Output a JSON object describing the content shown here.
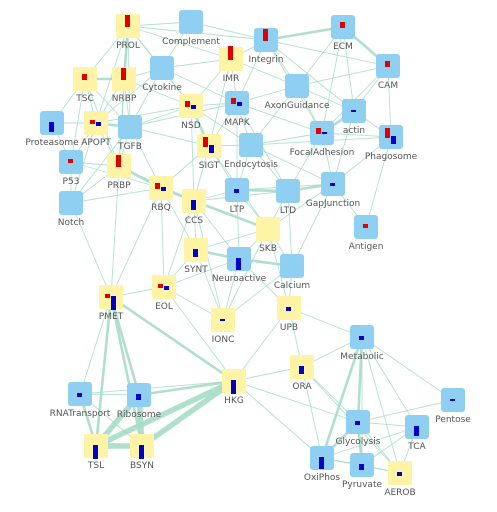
{
  "colors": {
    "edge": "#a6dcc8",
    "pathway_box": "#8fd0f2",
    "process_box": "#fff3a6",
    "up_bar": "#e00000",
    "down_bar": "#0000cc",
    "label_text": "#555555"
  },
  "nodes": [
    {
      "id": "PROL",
      "label": "PROL",
      "kind": "process",
      "bars": [
        {
          "dir": "up",
          "level": 0.6
        }
      ]
    },
    {
      "id": "Complement",
      "label": "Complement",
      "kind": "pathway",
      "bars": []
    },
    {
      "id": "Integrin",
      "label": "Integrin",
      "kind": "pathway",
      "bars": [
        {
          "dir": "up",
          "level": 0.6
        }
      ]
    },
    {
      "id": "ECM",
      "label": "ECM",
      "kind": "pathway",
      "bars": [
        {
          "dir": "up",
          "level": 0.3
        }
      ]
    },
    {
      "id": "TSC",
      "label": "TSC",
      "kind": "process",
      "bars": [
        {
          "dir": "up",
          "level": 0.3
        }
      ]
    },
    {
      "id": "NRBP",
      "label": "NRBP",
      "kind": "process",
      "bars": [
        {
          "dir": "up",
          "level": 0.6
        }
      ]
    },
    {
      "id": "Cytokine",
      "label": "Cytokine",
      "kind": "pathway",
      "bars": []
    },
    {
      "id": "IMR",
      "label": "IMR",
      "kind": "process",
      "bars": [
        {
          "dir": "up",
          "level": 0.7
        }
      ]
    },
    {
      "id": "CAM",
      "label": "CAM",
      "kind": "pathway",
      "bars": [
        {
          "dir": "up",
          "level": 0.3
        }
      ]
    },
    {
      "id": "AxonGuidance",
      "label": "AxonGuidance",
      "kind": "pathway",
      "bars": []
    },
    {
      "id": "Proteasome",
      "label": "Proteasome",
      "kind": "pathway",
      "bars": [
        {
          "dir": "down",
          "level": 0.5
        }
      ]
    },
    {
      "id": "APOPT",
      "label": "APOPT",
      "kind": "process",
      "bars": [
        {
          "dir": "up",
          "level": 0.2
        },
        {
          "dir": "down",
          "level": 0.2
        }
      ]
    },
    {
      "id": "TGFB",
      "label": "TGFB",
      "kind": "pathway",
      "bars": []
    },
    {
      "id": "NSD",
      "label": "NSD",
      "kind": "process",
      "bars": [
        {
          "dir": "up",
          "level": 0.3
        },
        {
          "dir": "down",
          "level": 0.2
        }
      ]
    },
    {
      "id": "MAPK",
      "label": "MAPK",
      "kind": "pathway",
      "bars": [
        {
          "dir": "up",
          "level": 0.3
        },
        {
          "dir": "down",
          "level": 0.2
        }
      ]
    },
    {
      "id": "actin",
      "label": "actin",
      "kind": "pathway",
      "bars": [
        {
          "dir": "down",
          "level": 0.1
        }
      ]
    },
    {
      "id": "FocalAdhesion",
      "label": "FocalAdhesion",
      "kind": "pathway",
      "bars": [
        {
          "dir": "up",
          "level": 0.3
        },
        {
          "dir": "down",
          "level": 0.1
        }
      ]
    },
    {
      "id": "Phagosome",
      "label": "Phagosome",
      "kind": "pathway",
      "bars": [
        {
          "dir": "up",
          "level": 0.5
        },
        {
          "dir": "down",
          "level": 0.4
        }
      ]
    },
    {
      "id": "P53",
      "label": "P53",
      "kind": "pathway",
      "bars": [
        {
          "dir": "up",
          "level": 0.2
        }
      ]
    },
    {
      "id": "PRBP",
      "label": "PRBP",
      "kind": "process",
      "bars": [
        {
          "dir": "up",
          "level": 0.6
        }
      ]
    },
    {
      "id": "SIGT",
      "label": "SIGT",
      "kind": "process",
      "bars": [
        {
          "dir": "up",
          "level": 0.5
        },
        {
          "dir": "down",
          "level": 0.4
        }
      ]
    },
    {
      "id": "Endocytosis",
      "label": "Endocytosis",
      "kind": "pathway",
      "bars": []
    },
    {
      "id": "Notch",
      "label": "Notch",
      "kind": "pathway",
      "bars": []
    },
    {
      "id": "RBQ",
      "label": "RBQ",
      "kind": "process",
      "bars": [
        {
          "dir": "up",
          "level": 0.3
        },
        {
          "dir": "down",
          "level": 0.2
        }
      ]
    },
    {
      "id": "CCS",
      "label": "CCS",
      "kind": "process",
      "bars": [
        {
          "dir": "down",
          "level": 0.5
        }
      ]
    },
    {
      "id": "LTP",
      "label": "LTP",
      "kind": "pathway",
      "bars": [
        {
          "dir": "down",
          "level": 0.2
        }
      ]
    },
    {
      "id": "LTD",
      "label": "LTD",
      "kind": "pathway",
      "bars": []
    },
    {
      "id": "GapJunction",
      "label": "GapJunction",
      "kind": "pathway",
      "bars": [
        {
          "dir": "down",
          "level": 0.15
        }
      ]
    },
    {
      "id": "Antigen",
      "label": "Antigen",
      "kind": "pathway",
      "bars": [
        {
          "dir": "up",
          "level": 0.2
        }
      ]
    },
    {
      "id": "SKB",
      "label": "SKB",
      "kind": "process",
      "bars": []
    },
    {
      "id": "SYNT",
      "label": "SYNT",
      "kind": "process",
      "bars": [
        {
          "dir": "down",
          "level": 0.4
        }
      ]
    },
    {
      "id": "Neuroactive",
      "label": "Neuroactive",
      "kind": "pathway",
      "bars": [
        {
          "dir": "down",
          "level": 0.6
        }
      ]
    },
    {
      "id": "Calcium",
      "label": "Calcium",
      "kind": "pathway",
      "bars": []
    },
    {
      "id": "PMET",
      "label": "PMET",
      "kind": "process",
      "bars": [
        {
          "dir": "up",
          "level": 0.2
        },
        {
          "dir": "down",
          "level": 0.7
        }
      ]
    },
    {
      "id": "EOL",
      "label": "EOL",
      "kind": "process",
      "bars": [
        {
          "dir": "up",
          "level": 0.2
        },
        {
          "dir": "down",
          "level": 0.2
        }
      ]
    },
    {
      "id": "IONC",
      "label": "IONC",
      "kind": "process",
      "bars": [
        {
          "dir": "down",
          "level": 0.1
        }
      ]
    },
    {
      "id": "UPB",
      "label": "UPB",
      "kind": "process",
      "bars": [
        {
          "dir": "down",
          "level": 0.2
        }
      ]
    },
    {
      "id": "Metabolic",
      "label": "Metabolic",
      "kind": "pathway",
      "bars": [
        {
          "dir": "down",
          "level": 0.2
        }
      ]
    },
    {
      "id": "ORA",
      "label": "ORA",
      "kind": "process",
      "bars": [
        {
          "dir": "down",
          "level": 0.4
        }
      ]
    },
    {
      "id": "HKG",
      "label": "HKG",
      "kind": "process",
      "bars": [
        {
          "dir": "down",
          "level": 0.7
        }
      ]
    },
    {
      "id": "RNATransport",
      "label": "RNATransport",
      "kind": "pathway",
      "bars": [
        {
          "dir": "down",
          "level": 0.2
        }
      ]
    },
    {
      "id": "Ribosome",
      "label": "Ribosome",
      "kind": "pathway",
      "bars": [
        {
          "dir": "down",
          "level": 0.3
        }
      ]
    },
    {
      "id": "Pentose",
      "label": "Pentose",
      "kind": "pathway",
      "bars": [
        {
          "dir": "down",
          "level": 0.1
        }
      ]
    },
    {
      "id": "Glycolysis",
      "label": "Glycolysis",
      "kind": "pathway",
      "bars": [
        {
          "dir": "down",
          "level": 0.2
        }
      ]
    },
    {
      "id": "TCA",
      "label": "TCA",
      "kind": "pathway",
      "bars": [
        {
          "dir": "down",
          "level": 0.5
        }
      ]
    },
    {
      "id": "TSL",
      "label": "TSL",
      "kind": "process",
      "bars": [
        {
          "dir": "down",
          "level": 0.7
        }
      ]
    },
    {
      "id": "BSYN",
      "label": "BSYN",
      "kind": "process",
      "bars": [
        {
          "dir": "down",
          "level": 0.7
        }
      ]
    },
    {
      "id": "OxiPhos",
      "label": "OxiPhos",
      "kind": "pathway",
      "bars": [
        {
          "dir": "down",
          "level": 0.6
        }
      ]
    },
    {
      "id": "Pyruvate",
      "label": "Pyruvate",
      "kind": "pathway",
      "bars": [
        {
          "dir": "down",
          "level": 0.3
        }
      ]
    },
    {
      "id": "AEROB",
      "label": "AEROB",
      "kind": "process",
      "bars": [
        {
          "dir": "down",
          "level": 0.2
        }
      ]
    }
  ],
  "edges": [
    [
      "PROL",
      "Complement",
      1
    ],
    [
      "PROL",
      "Cytokine",
      1
    ],
    [
      "PROL",
      "NRBP",
      2
    ],
    [
      "PROL",
      "TSC",
      1
    ],
    [
      "PROL",
      "TGFB",
      1
    ],
    [
      "PROL",
      "IMR",
      1
    ],
    [
      "PROL",
      "Integrin",
      1
    ],
    [
      "PROL",
      "NSD",
      1
    ],
    [
      "PROL",
      "APOPT",
      1
    ],
    [
      "PROL",
      "PRBP",
      1
    ],
    [
      "Complement",
      "Integrin",
      1
    ],
    [
      "Complement",
      "Cytokine",
      1
    ],
    [
      "Integrin",
      "ECM",
      2
    ],
    [
      "Integrin",
      "IMR",
      1
    ],
    [
      "Integrin",
      "CAM",
      1
    ],
    [
      "Integrin",
      "FocalAdhesion",
      1
    ],
    [
      "Integrin",
      "AxonGuidance",
      1
    ],
    [
      "Integrin",
      "actin",
      1
    ],
    [
      "Integrin",
      "MAPK",
      1
    ],
    [
      "ECM",
      "CAM",
      2
    ],
    [
      "ECM",
      "FocalAdhesion",
      1
    ],
    [
      "ECM",
      "actin",
      1
    ],
    [
      "ECM",
      "AxonGuidance",
      1
    ],
    [
      "TSC",
      "NRBP",
      2
    ],
    [
      "TSC",
      "APOPT",
      1
    ],
    [
      "TSC",
      "TGFB",
      1
    ],
    [
      "TSC",
      "Proteasome",
      1
    ],
    [
      "TSC",
      "P53",
      1
    ],
    [
      "TSC",
      "PRBP",
      1
    ],
    [
      "NRBP",
      "TGFB",
      1
    ],
    [
      "NRBP",
      "APOPT",
      1
    ],
    [
      "NRBP",
      "Cytokine",
      1
    ],
    [
      "NRBP",
      "NSD",
      1
    ],
    [
      "NRBP",
      "PRBP",
      1
    ],
    [
      "Cytokine",
      "IMR",
      1
    ],
    [
      "Cytokine",
      "TGFB",
      1
    ],
    [
      "Cytokine",
      "MAPK",
      1
    ],
    [
      "Cytokine",
      "NSD",
      1
    ],
    [
      "Cytokine",
      "APOPT",
      1
    ],
    [
      "IMR",
      "MAPK",
      1
    ],
    [
      "IMR",
      "NSD",
      1
    ],
    [
      "IMR",
      "AxonGuidance",
      1
    ],
    [
      "IMR",
      "SIGT",
      1
    ],
    [
      "CAM",
      "FocalAdhesion",
      1
    ],
    [
      "CAM",
      "actin",
      1
    ],
    [
      "CAM",
      "Phagosome",
      1
    ],
    [
      "CAM",
      "AxonGuidance",
      1
    ],
    [
      "AxonGuidance",
      "actin",
      1
    ],
    [
      "AxonGuidance",
      "MAPK",
      1
    ],
    [
      "AxonGuidance",
      "FocalAdhesion",
      1
    ],
    [
      "AxonGuidance",
      "Endocytosis",
      1
    ],
    [
      "Proteasome",
      "APOPT",
      1
    ],
    [
      "Proteasome",
      "P53",
      1
    ],
    [
      "APOPT",
      "TGFB",
      2
    ],
    [
      "APOPT",
      "P53",
      1
    ],
    [
      "APOPT",
      "PRBP",
      1
    ],
    [
      "APOPT",
      "NSD",
      1
    ],
    [
      "APOPT",
      "Notch",
      1
    ],
    [
      "TGFB",
      "NSD",
      1
    ],
    [
      "TGFB",
      "MAPK",
      1
    ],
    [
      "TGFB",
      "PRBP",
      1
    ],
    [
      "TGFB",
      "RBQ",
      1
    ],
    [
      "TGFB",
      "SIGT",
      1
    ],
    [
      "TGFB",
      "Notch",
      1
    ],
    [
      "NSD",
      "MAPK",
      1
    ],
    [
      "NSD",
      "SIGT",
      2
    ],
    [
      "NSD",
      "CCS",
      1
    ],
    [
      "NSD",
      "Endocytosis",
      1
    ],
    [
      "MAPK",
      "SIGT",
      1
    ],
    [
      "MAPK",
      "Endocytosis",
      1
    ],
    [
      "MAPK",
      "FocalAdhesion",
      1
    ],
    [
      "MAPK",
      "LTP",
      1
    ],
    [
      "MAPK",
      "LTD",
      1
    ],
    [
      "actin",
      "FocalAdhesion",
      2
    ],
    [
      "actin",
      "Phagosome",
      1
    ],
    [
      "actin",
      "GapJunction",
      1
    ],
    [
      "FocalAdhesion",
      "Phagosome",
      1
    ],
    [
      "FocalAdhesion",
      "GapJunction",
      1
    ],
    [
      "FocalAdhesion",
      "LTD",
      1
    ],
    [
      "FocalAdhesion",
      "Endocytosis",
      1
    ],
    [
      "Phagosome",
      "GapJunction",
      1
    ],
    [
      "Phagosome",
      "Antigen",
      1
    ],
    [
      "Phagosome",
      "Endocytosis",
      1
    ],
    [
      "P53",
      "PRBP",
      1
    ],
    [
      "P53",
      "Notch",
      1
    ],
    [
      "P53",
      "RBQ",
      1
    ],
    [
      "PRBP",
      "RBQ",
      2
    ],
    [
      "PRBP",
      "CCS",
      1
    ],
    [
      "PRBP",
      "Notch",
      1
    ],
    [
      "PRBP",
      "PMET",
      1
    ],
    [
      "SIGT",
      "Endocytosis",
      1
    ],
    [
      "SIGT",
      "CCS",
      1
    ],
    [
      "SIGT",
      "LTP",
      1
    ],
    [
      "SIGT",
      "RBQ",
      1
    ],
    [
      "SIGT",
      "SKB",
      1
    ],
    [
      "Endocytosis",
      "LTP",
      1
    ],
    [
      "Endocytosis",
      "LTD",
      1
    ],
    [
      "Endocytosis",
      "GapJunction",
      1
    ],
    [
      "Notch",
      "RBQ",
      1
    ],
    [
      "Notch",
      "PMET",
      1
    ],
    [
      "RBQ",
      "CCS",
      2
    ],
    [
      "RBQ",
      "SYNT",
      1
    ],
    [
      "RBQ",
      "EOL",
      1
    ],
    [
      "RBQ",
      "PMET",
      1
    ],
    [
      "CCS",
      "LTP",
      1
    ],
    [
      "CCS",
      "SKB",
      2
    ],
    [
      "CCS",
      "SYNT",
      1
    ],
    [
      "CCS",
      "Neuroactive",
      1
    ],
    [
      "CCS",
      "EOL",
      1
    ],
    [
      "CCS",
      "IONC",
      1
    ],
    [
      "CCS",
      "LTD",
      1
    ],
    [
      "LTP",
      "LTD",
      2
    ],
    [
      "LTP",
      "SKB",
      1
    ],
    [
      "LTP",
      "GapJunction",
      1
    ],
    [
      "LTP",
      "Neuroactive",
      1
    ],
    [
      "LTD",
      "GapJunction",
      2
    ],
    [
      "LTD",
      "SKB",
      1
    ],
    [
      "LTD",
      "Calcium",
      1
    ],
    [
      "GapJunction",
      "Antigen",
      1
    ],
    [
      "GapJunction",
      "Calcium",
      1
    ],
    [
      "GapJunction",
      "SKB",
      1
    ],
    [
      "SKB",
      "SYNT",
      1
    ],
    [
      "SKB",
      "Neuroactive",
      1
    ],
    [
      "SKB",
      "Calcium",
      1
    ],
    [
      "SKB",
      "UPB",
      1
    ],
    [
      "SKB",
      "IONC",
      1
    ],
    [
      "SYNT",
      "Neuroactive",
      2
    ],
    [
      "SYNT",
      "EOL",
      1
    ],
    [
      "SYNT",
      "IONC",
      1
    ],
    [
      "Neuroactive",
      "Calcium",
      2
    ],
    [
      "Neuroactive",
      "IONC",
      1
    ],
    [
      "Neuroactive",
      "EOL",
      1
    ],
    [
      "Neuroactive",
      "UPB",
      1
    ],
    [
      "Calcium",
      "UPB",
      1
    ],
    [
      "Calcium",
      "IONC",
      1
    ],
    [
      "PMET",
      "EOL",
      1
    ],
    [
      "PMET",
      "HKG",
      2
    ],
    [
      "PMET",
      "Ribosome",
      2
    ],
    [
      "PMET",
      "TSL",
      2
    ],
    [
      "PMET",
      "BSYN",
      2
    ],
    [
      "PMET",
      "RNATransport",
      1
    ],
    [
      "EOL",
      "HKG",
      1
    ],
    [
      "EOL",
      "IONC",
      1
    ],
    [
      "UPB",
      "Metabolic",
      1
    ],
    [
      "UPB",
      "ORA",
      1
    ],
    [
      "UPB",
      "HKG",
      1
    ],
    [
      "Metabolic",
      "ORA",
      1
    ],
    [
      "Metabolic",
      "Glycolysis",
      2
    ],
    [
      "Metabolic",
      "OxiPhos",
      2
    ],
    [
      "Metabolic",
      "TCA",
      1
    ],
    [
      "Metabolic",
      "Pyruvate",
      1
    ],
    [
      "Metabolic",
      "AEROB",
      1
    ],
    [
      "Metabolic",
      "Pentose",
      1
    ],
    [
      "ORA",
      "HKG",
      1
    ],
    [
      "ORA",
      "OxiPhos",
      1
    ],
    [
      "ORA",
      "Glycolysis",
      1
    ],
    [
      "ORA",
      "AEROB",
      1
    ],
    [
      "HKG",
      "Ribosome",
      2
    ],
    [
      "HKG",
      "TSL",
      3
    ],
    [
      "HKG",
      "BSYN",
      3
    ],
    [
      "HKG",
      "RNATransport",
      1
    ],
    [
      "HKG",
      "OxiPhos",
      1
    ],
    [
      "HKG",
      "Glycolysis",
      1
    ],
    [
      "RNATransport",
      "Ribosome",
      1
    ],
    [
      "RNATransport",
      "TSL",
      2
    ],
    [
      "RNATransport",
      "BSYN",
      1
    ],
    [
      "Ribosome",
      "TSL",
      3
    ],
    [
      "Ribosome",
      "BSYN",
      3
    ],
    [
      "TSL",
      "BSYN",
      3
    ],
    [
      "Glycolysis",
      "TCA",
      1
    ],
    [
      "Glycolysis",
      "OxiPhos",
      2
    ],
    [
      "Glycolysis",
      "Pyruvate",
      2
    ],
    [
      "Glycolysis",
      "Pentose",
      1
    ],
    [
      "Glycolysis",
      "AEROB",
      1
    ],
    [
      "TCA",
      "OxiPhos",
      1
    ],
    [
      "TCA",
      "Pyruvate",
      1
    ],
    [
      "TCA",
      "AEROB",
      1
    ],
    [
      "OxiPhos",
      "Pyruvate",
      1
    ],
    [
      "OxiPhos",
      "AEROB",
      1
    ],
    [
      "Pyruvate",
      "AEROB",
      1
    ]
  ]
}
